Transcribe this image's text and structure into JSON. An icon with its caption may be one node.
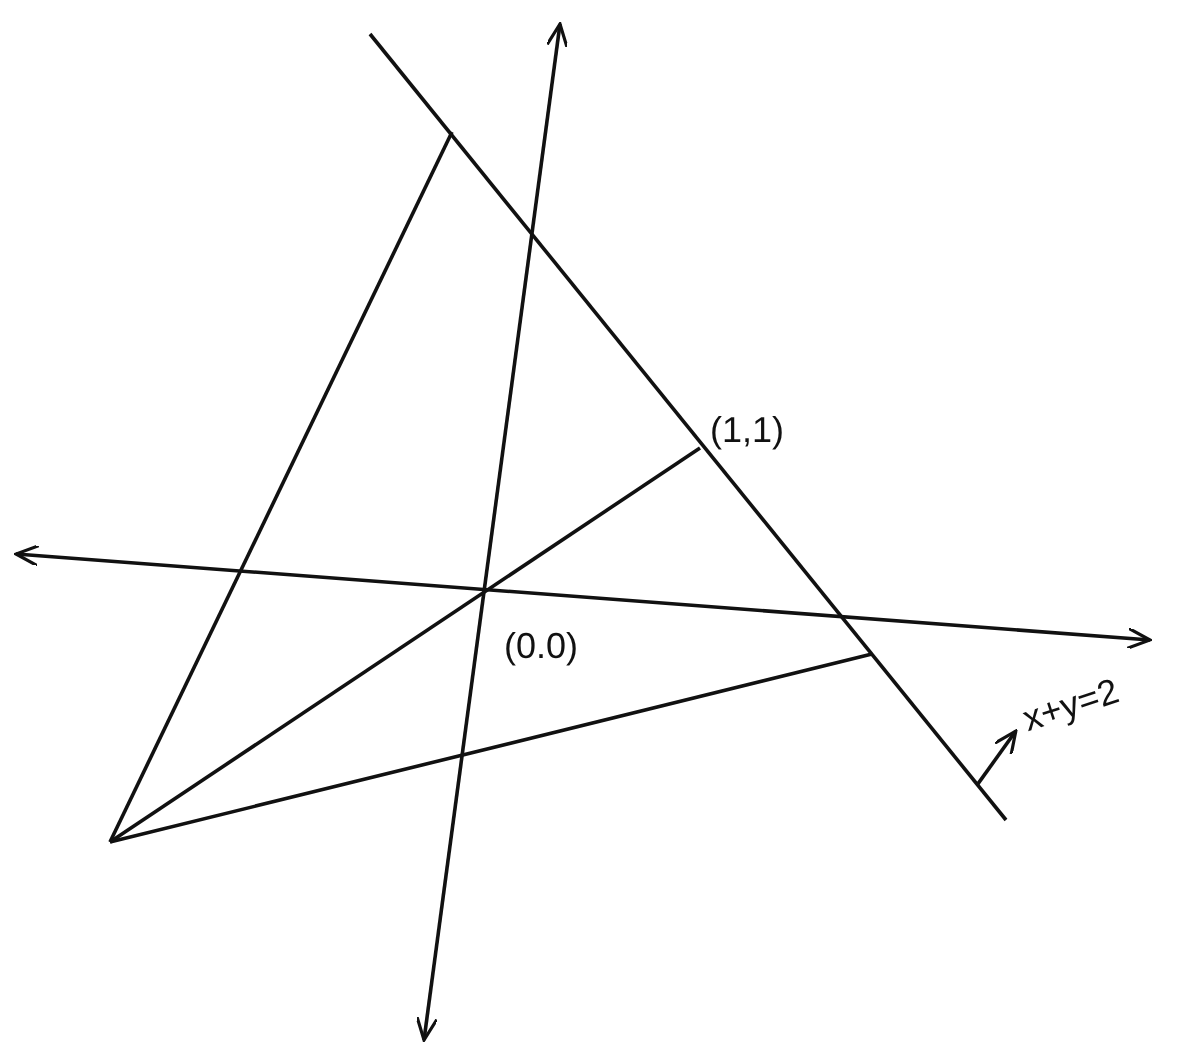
{
  "diagram": {
    "nodes": [
      {
        "text": [
          "x+y=2"
        ]
      },
      {
        "text": [],
        "shape": "line"
      }
    ],
    "edges": [
      {
        "from": 1,
        "to": 0,
        "arrow": "to"
      }
    ],
    "labels": [
      "(1,1)",
      "(0.0)"
    ]
  }
}
